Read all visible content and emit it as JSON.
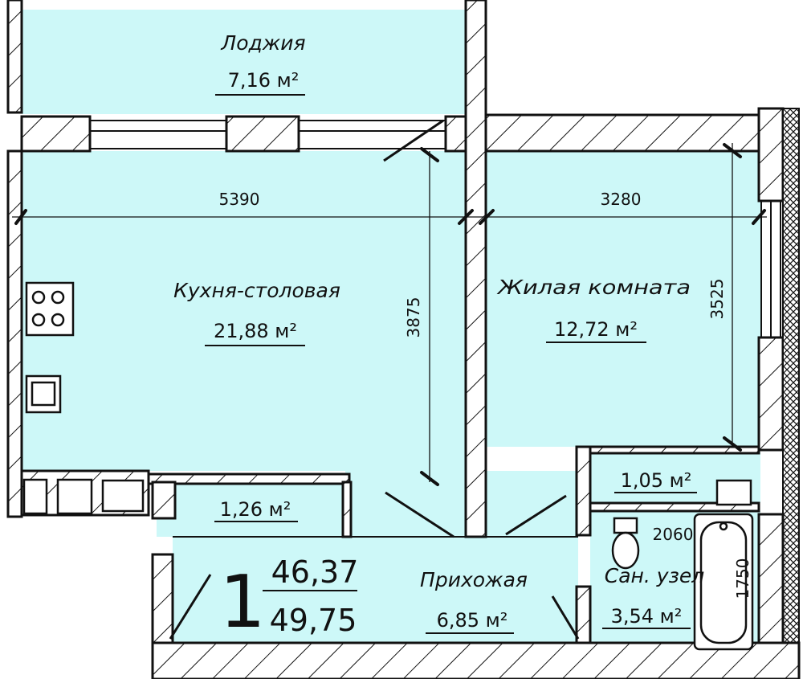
{
  "colors": {
    "room_fill": "#cdf8f8",
    "wall_stroke": "#111111"
  },
  "rooms": {
    "loggia": {
      "name": "Лоджия",
      "area": "7,16 м²"
    },
    "kitchen": {
      "name": "Кухня-столовая",
      "area": "21,88 м²"
    },
    "living": {
      "name": "Жилая комната",
      "area": "12,72 м²"
    },
    "closet1": {
      "area": "1,26 м²"
    },
    "closet2": {
      "area": "1,05 м²"
    },
    "hall": {
      "name": "Прихожая",
      "area": "6,85 м²"
    },
    "bath": {
      "name": "Сан. узел",
      "area": "3,54 м²"
    }
  },
  "dimensions": {
    "kitchen_width": "5390",
    "kitchen_depth": "3875",
    "living_width": "3280",
    "living_depth": "3525",
    "bath_width": "2060",
    "bath_depth": "1750"
  },
  "summary": {
    "rooms_count": "1",
    "living_area": "46,37",
    "total_area": "49,75"
  }
}
